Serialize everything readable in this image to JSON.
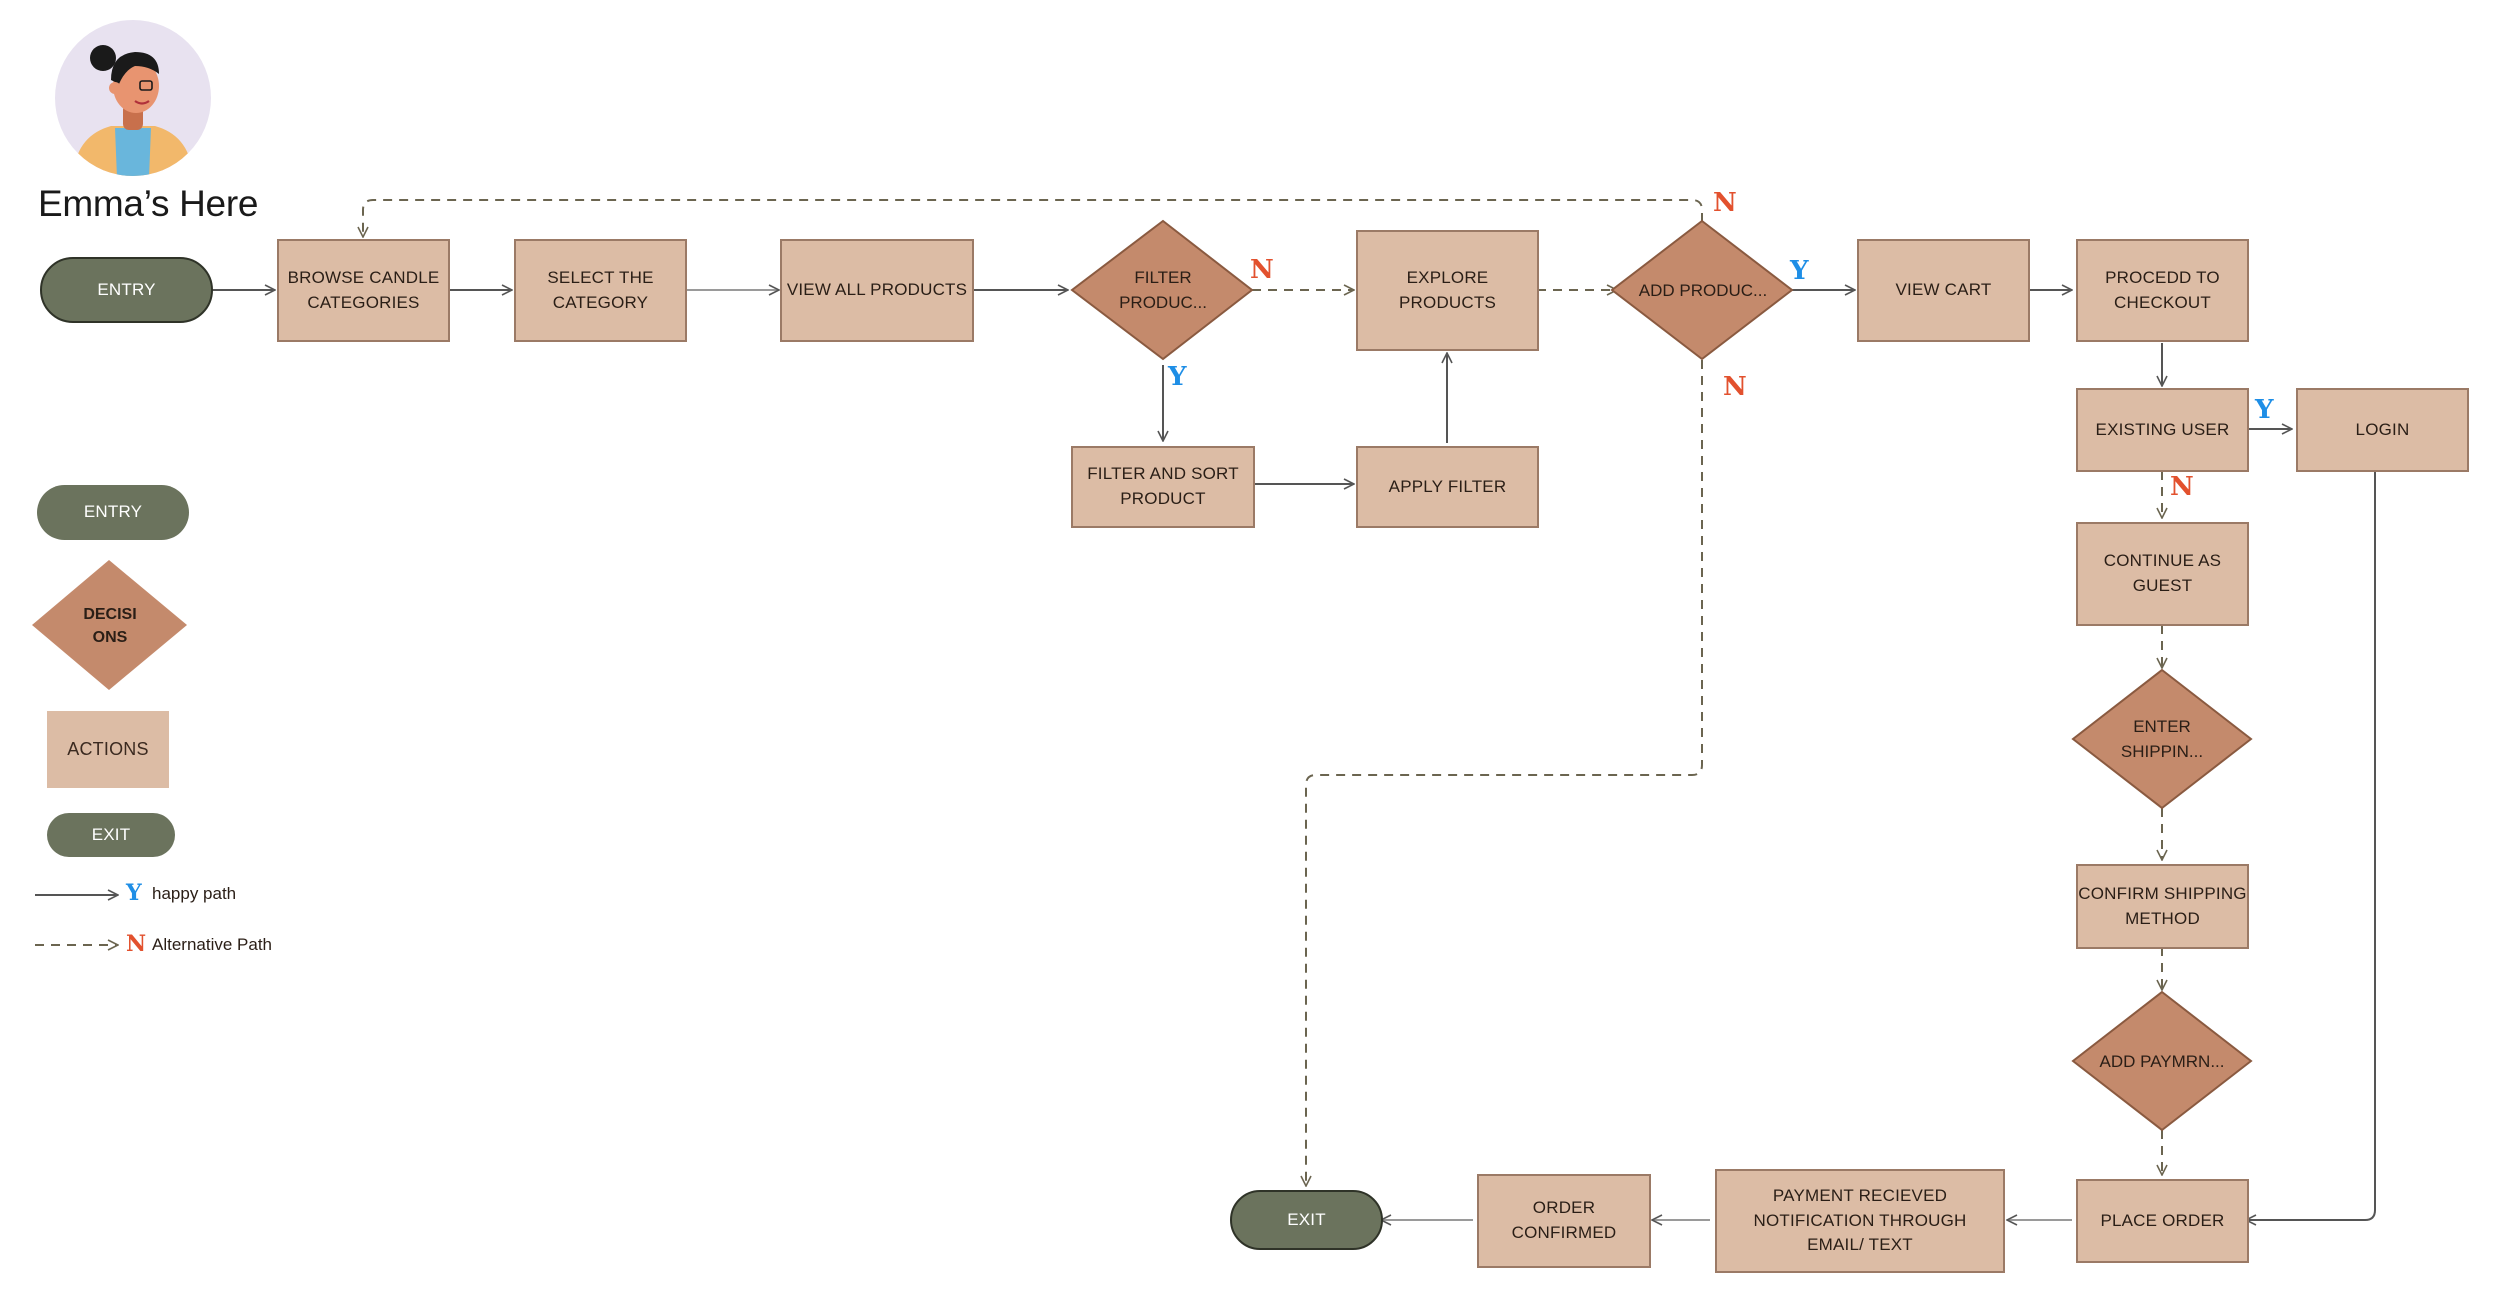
{
  "persona": {
    "avatar_icon": "woman-avatar-icon",
    "title": "Emma’s Here"
  },
  "nodes": {
    "entry": "ENTRY",
    "browse": "BROWSE CANDLE CATEGORIES",
    "select": "SELECT THE CATEGORY",
    "view_all": "VIEW ALL PRODUCTS",
    "filter_decision": "FILTER PRODUC...",
    "explore": "EXPLORE PRODUCTS",
    "add_decision": "ADD PRODUC...",
    "view_cart": "VIEW CART",
    "checkout": "PROCEDD TO CHECKOUT",
    "filter_sort": "FILTER AND SORT PRODUCT",
    "apply_filter": "APPLY FILTER",
    "existing_user": "EXISTING USER",
    "login": "LOGIN",
    "guest": "CONTINUE AS GUEST",
    "shipping_decision": "ENTER SHIPPIN...",
    "confirm_shipping": "CONFIRM SHIPPING METHOD",
    "payment_decision": "ADD PAYMRN...",
    "place_order": "PLACE ORDER",
    "payment_received": "PAYMENT RECIEVED NOTIFICATION THROUGH EMAIL/ TEXT",
    "order_confirmed": "ORDER CONFIRMED",
    "exit": "EXIT"
  },
  "edge_labels": {
    "yes": "Y",
    "no": "N"
  },
  "legend": {
    "entry": "ENTRY",
    "decisions": "DECISI ONS",
    "actions": "ACTIONS",
    "exit": "EXIT",
    "happy_path_marker": "Y",
    "happy_path": "happy path",
    "alt_path_marker": "N",
    "alt_path": "Alternative Path"
  },
  "colors": {
    "terminal": "#6b735d",
    "action": "#dcbca5",
    "decision": "#c48a6c",
    "yes": "#1e8ee6",
    "no": "#e2512e"
  }
}
